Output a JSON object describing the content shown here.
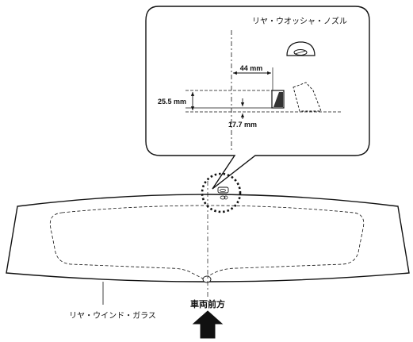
{
  "labels": {
    "nozzle": "リヤ・ウオッシャ・ノズル",
    "glass": "リヤ・ウインド・ガラス",
    "front": "車両前方"
  },
  "dimensions": {
    "horizontal": "44 mm",
    "height_outer": "25.5 mm",
    "height_inner": "17.7 mm"
  },
  "colors": {
    "line": "#111111",
    "background": "#ffffff"
  },
  "icons": {
    "nozzle": "washer-nozzle-icon",
    "direction": "up-arrow-icon"
  }
}
